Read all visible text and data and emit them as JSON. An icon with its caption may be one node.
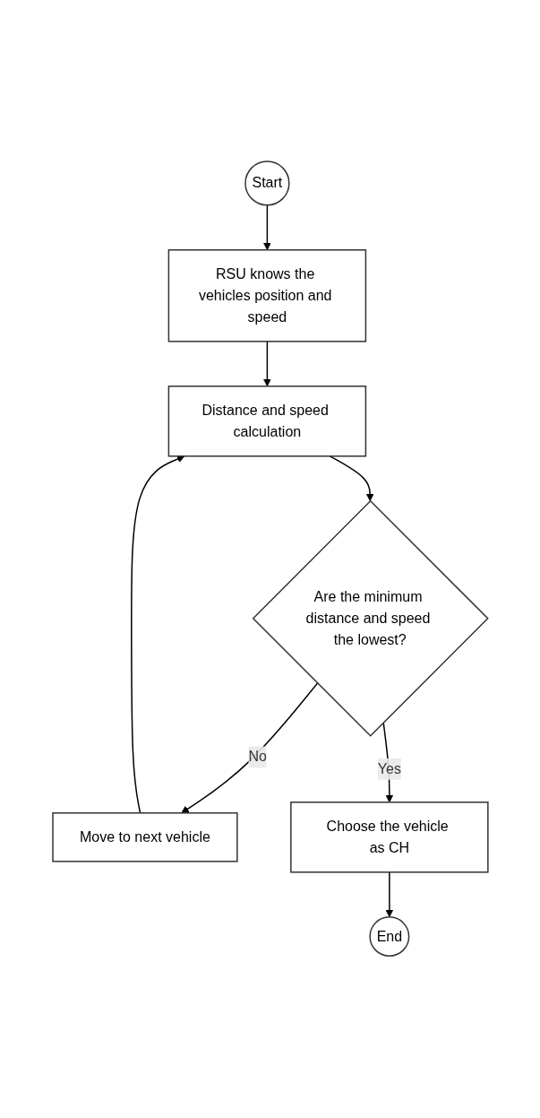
{
  "diagram": {
    "nodes": [
      {
        "text": [
          "Start"
        ]
      },
      {
        "text": [
          "RSU knows the vehicles position and speed"
        ]
      },
      {
        "text": [
          "Distance and speed calculation"
        ]
      },
      {
        "text": [
          "Are the minimum distance and speed the lowest?"
        ]
      },
      {
        "text": [
          "Move to next vehicle"
        ]
      },
      {
        "text": [
          "Choose the vehicle as CH"
        ]
      },
      {
        "text": [
          "End"
        ]
      }
    ],
    "edges": [
      {
        "from": 0,
        "to": 1,
        "arrow": "to"
      },
      {
        "from": 1,
        "to": 2,
        "arrow": "to"
      },
      {
        "from": 2,
        "to": 3,
        "arrow": "to"
      },
      {
        "from": 3,
        "to": 4,
        "arrow": "to",
        "label": "No"
      },
      {
        "from": 4,
        "to": 2,
        "arrow": "to"
      },
      {
        "from": 3,
        "to": 5,
        "arrow": "to",
        "label": "Yes"
      },
      {
        "from": 5,
        "to": 6,
        "arrow": "to"
      }
    ]
  }
}
